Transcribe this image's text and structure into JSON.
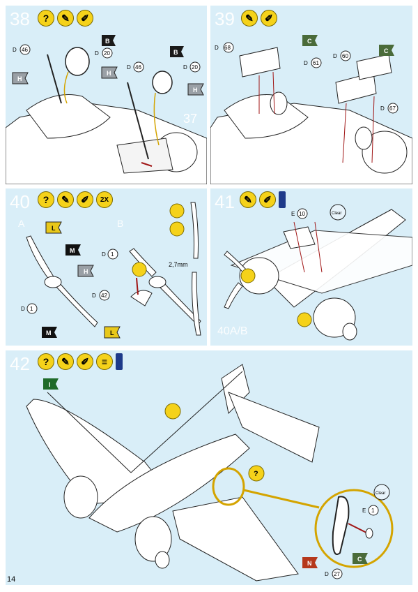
{
  "page_number": "14",
  "steps": [
    {
      "number": "38",
      "labels": {
        "d46": "46",
        "d20a": "20",
        "d46b": "46",
        "d20b": "20",
        "d_prefix": "D",
        "b1": "B",
        "b2": "B",
        "h1": "H",
        "h2": "H",
        "h3": "H",
        "faint": "37"
      }
    },
    {
      "number": "39",
      "labels": {
        "d68": "68",
        "d61": "61",
        "d60": "60",
        "d67": "67",
        "d_prefix": "D",
        "c1": "C",
        "c2": "C"
      }
    },
    {
      "number": "40",
      "multiplier": "2X",
      "labels": {
        "a": "A",
        "b": "B",
        "l1": "L",
        "m1": "M",
        "h1": "H",
        "d1a": "1",
        "d1b": "1",
        "d42": "42",
        "d_prefix": "D",
        "m2": "M",
        "l2": "L",
        "measure": "2,7mm"
      }
    },
    {
      "number": "41",
      "labels": {
        "e10": "10",
        "e_prefix": "E",
        "clear": "Clear",
        "sub": "40A/B"
      }
    },
    {
      "number": "42",
      "labels": {
        "i": "I",
        "e1": "1",
        "e_prefix": "E",
        "d27": "27",
        "d_prefix": "D",
        "c": "C",
        "n": "N",
        "clear": "Clear"
      }
    }
  ],
  "colors": {
    "panel": "#d9eef8",
    "icon": "#f5d21a",
    "flag_b": "#1a1a1a",
    "flag_h": "#9aa0a6",
    "flag_c": "#4a6b3a",
    "flag_l": "#e8c81a",
    "flag_m": "#111111",
    "flag_i": "#1f6b2a",
    "flag_n": "#b5381c",
    "arrow": "#a01515",
    "highlight": "#d4a400"
  }
}
